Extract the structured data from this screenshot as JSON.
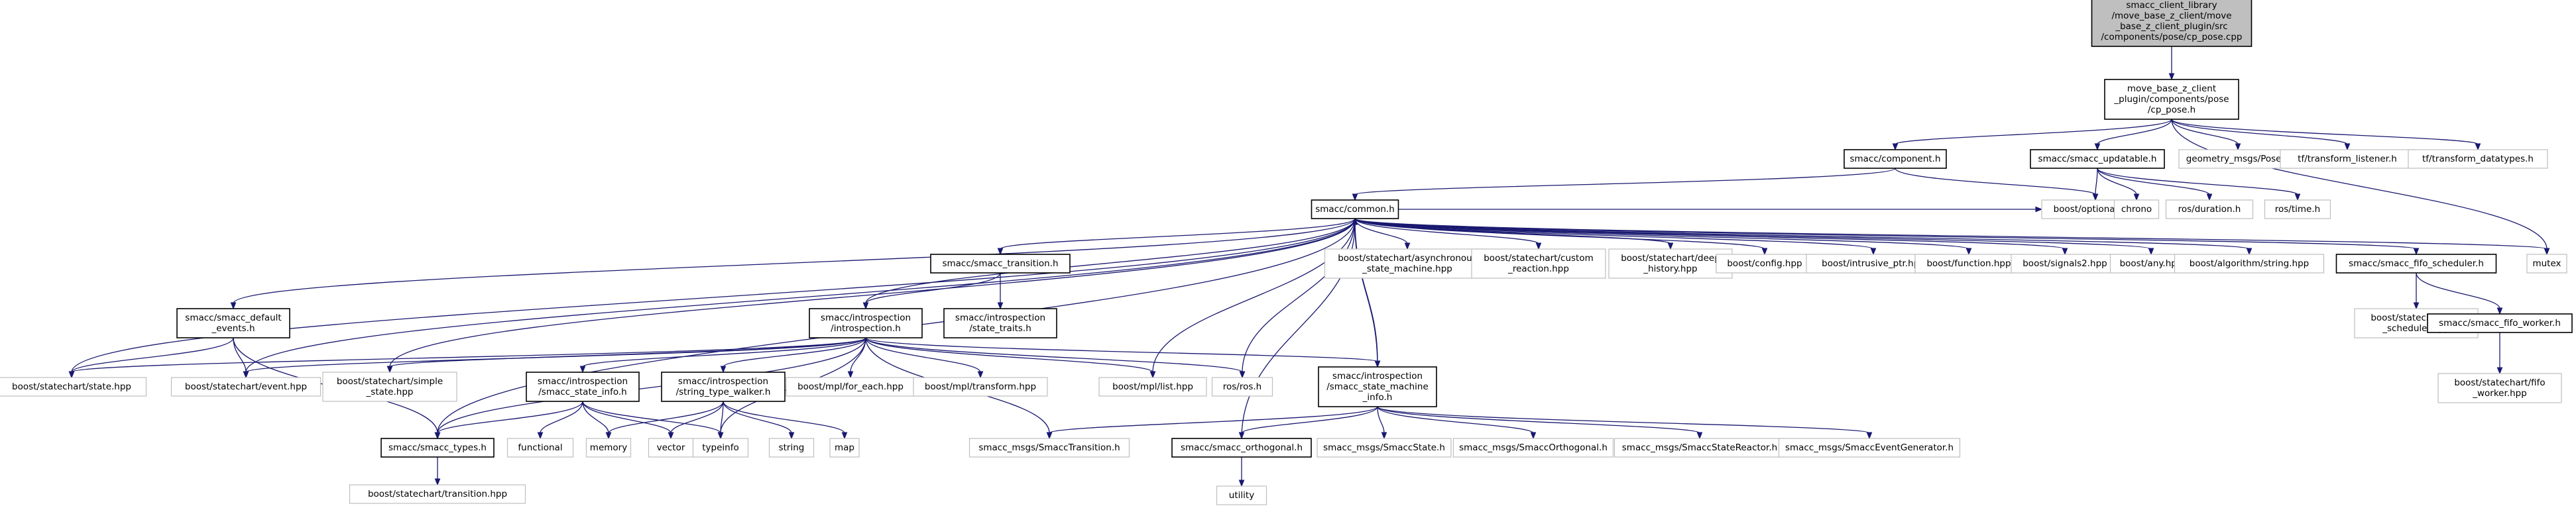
{
  "diagram": {
    "title": "",
    "nodes": [
      {
        "id": "root",
        "lines": [
          "smacc_client_library",
          "/move_base_z_client/move",
          "_base_z_client_plugin/src",
          "/components/pose/cp_pose.cpp"
        ],
        "style": "root"
      },
      {
        "id": "cp_pose_h",
        "lines": [
          "move_base_z_client",
          "_plugin/components/pose",
          "/cp_pose.h"
        ],
        "style": "bordered"
      },
      {
        "id": "component_h",
        "lines": [
          "smacc/component.h"
        ],
        "style": "bordered"
      },
      {
        "id": "updatable_h",
        "lines": [
          "smacc/smacc_updatable.h"
        ],
        "style": "bordered"
      },
      {
        "id": "geometry_pose",
        "lines": [
          "geometry_msgs/Pose.h"
        ],
        "style": "plain"
      },
      {
        "id": "tf_listener",
        "lines": [
          "tf/transform_listener.h"
        ],
        "style": "plain"
      },
      {
        "id": "tf_datatypes",
        "lines": [
          "tf/transform_datatypes.h"
        ],
        "style": "plain"
      },
      {
        "id": "common_h",
        "lines": [
          "smacc/common.h"
        ],
        "style": "bordered"
      },
      {
        "id": "boost_optional",
        "lines": [
          "boost/optional.hpp"
        ],
        "style": "plain"
      },
      {
        "id": "chrono",
        "lines": [
          "chrono"
        ],
        "style": "plain"
      },
      {
        "id": "ros_duration",
        "lines": [
          "ros/duration.h"
        ],
        "style": "plain"
      },
      {
        "id": "ros_time",
        "lines": [
          "ros/time.h"
        ],
        "style": "plain"
      },
      {
        "id": "smacc_transition",
        "lines": [
          "smacc/smacc_transition.h"
        ],
        "style": "bordered"
      },
      {
        "id": "async_sm",
        "lines": [
          "boost/statechart/asynchronous",
          "_state_machine.hpp"
        ],
        "style": "plain"
      },
      {
        "id": "custom_reaction",
        "lines": [
          "boost/statechart/custom",
          "_reaction.hpp"
        ],
        "style": "plain"
      },
      {
        "id": "deep_history",
        "lines": [
          "boost/statechart/deep",
          "_history.hpp"
        ],
        "style": "plain"
      },
      {
        "id": "boost_config",
        "lines": [
          "boost/config.hpp"
        ],
        "style": "plain"
      },
      {
        "id": "intrusive_ptr",
        "lines": [
          "boost/intrusive_ptr.hpp"
        ],
        "style": "plain"
      },
      {
        "id": "boost_function",
        "lines": [
          "boost/function.hpp"
        ],
        "style": "plain"
      },
      {
        "id": "boost_signals2",
        "lines": [
          "boost/signals2.hpp"
        ],
        "style": "plain"
      },
      {
        "id": "boost_any",
        "lines": [
          "boost/any.hpp"
        ],
        "style": "plain"
      },
      {
        "id": "algorithm_string",
        "lines": [
          "boost/algorithm/string.hpp"
        ],
        "style": "plain"
      },
      {
        "id": "fifo_scheduler_h",
        "lines": [
          "smacc/smacc_fifo_scheduler.h"
        ],
        "style": "bordered"
      },
      {
        "id": "mutex",
        "lines": [
          "mutex"
        ],
        "style": "plain"
      },
      {
        "id": "default_events",
        "lines": [
          "smacc/smacc_default",
          "_events.h"
        ],
        "style": "bordered"
      },
      {
        "id": "introspection_h",
        "lines": [
          "smacc/introspection",
          "/introspection.h"
        ],
        "style": "bordered"
      },
      {
        "id": "state_traits",
        "lines": [
          "smacc/introspection",
          "/state_traits.h"
        ],
        "style": "bordered"
      },
      {
        "id": "bs_fifo_scheduler",
        "lines": [
          "boost/statechart/fifo",
          "_scheduler.hpp"
        ],
        "style": "plain"
      },
      {
        "id": "fifo_worker_h",
        "lines": [
          "smacc/smacc_fifo_worker.h"
        ],
        "style": "bordered"
      },
      {
        "id": "bs_fifo_worker",
        "lines": [
          "boost/statechart/fifo",
          "_worker.hpp"
        ],
        "style": "plain"
      },
      {
        "id": "state_hpp",
        "lines": [
          "boost/statechart/state.hpp"
        ],
        "style": "plain"
      },
      {
        "id": "event_hpp",
        "lines": [
          "boost/statechart/event.hpp"
        ],
        "style": "plain"
      },
      {
        "id": "simple_state",
        "lines": [
          "boost/statechart/simple",
          "_state.hpp"
        ],
        "style": "plain"
      },
      {
        "id": "state_info",
        "lines": [
          "smacc/introspection",
          "/smacc_state_info.h"
        ],
        "style": "bordered"
      },
      {
        "id": "string_walker",
        "lines": [
          "smacc/introspection",
          "/string_type_walker.h"
        ],
        "style": "bordered"
      },
      {
        "id": "mpl_for_each",
        "lines": [
          "boost/mpl/for_each.hpp"
        ],
        "style": "plain"
      },
      {
        "id": "mpl_transform",
        "lines": [
          "boost/mpl/transform.hpp"
        ],
        "style": "plain"
      },
      {
        "id": "mpl_list",
        "lines": [
          "boost/mpl/list.hpp"
        ],
        "style": "plain"
      },
      {
        "id": "ros_h",
        "lines": [
          "ros/ros.h"
        ],
        "style": "plain"
      },
      {
        "id": "sm_info",
        "lines": [
          "smacc/introspection",
          "/smacc_state_machine",
          "_info.h"
        ],
        "style": "bordered"
      },
      {
        "id": "smacc_types",
        "lines": [
          "smacc/smacc_types.h"
        ],
        "style": "bordered"
      },
      {
        "id": "functional",
        "lines": [
          "functional"
        ],
        "style": "plain"
      },
      {
        "id": "memory",
        "lines": [
          "memory"
        ],
        "style": "plain"
      },
      {
        "id": "vector",
        "lines": [
          "vector"
        ],
        "style": "plain"
      },
      {
        "id": "typeinfo",
        "lines": [
          "typeinfo"
        ],
        "style": "plain"
      },
      {
        "id": "string",
        "lines": [
          "string"
        ],
        "style": "plain"
      },
      {
        "id": "map",
        "lines": [
          "map"
        ],
        "style": "plain"
      },
      {
        "id": "msg_transition",
        "lines": [
          "smacc_msgs/SmaccTransition.h"
        ],
        "style": "plain"
      },
      {
        "id": "orthogonal_h",
        "lines": [
          "smacc/smacc_orthogonal.h"
        ],
        "style": "bordered"
      },
      {
        "id": "msg_state",
        "lines": [
          "smacc_msgs/SmaccState.h"
        ],
        "style": "plain"
      },
      {
        "id": "msg_orthogonal",
        "lines": [
          "smacc_msgs/SmaccOrthogonal.h"
        ],
        "style": "plain"
      },
      {
        "id": "msg_state_reactor",
        "lines": [
          "smacc_msgs/SmaccStateReactor.h"
        ],
        "style": "plain"
      },
      {
        "id": "msg_event_generator",
        "lines": [
          "smacc_msgs/SmaccEventGenerator.h"
        ],
        "style": "plain"
      },
      {
        "id": "transition_hpp",
        "lines": [
          "boost/statechart/transition.hpp"
        ],
        "style": "plain"
      },
      {
        "id": "utility",
        "lines": [
          "utility"
        ],
        "style": "plain"
      }
    ],
    "edges": [
      [
        "root",
        "cp_pose_h"
      ],
      [
        "cp_pose_h",
        "component_h"
      ],
      [
        "cp_pose_h",
        "updatable_h"
      ],
      [
        "cp_pose_h",
        "geometry_pose"
      ],
      [
        "cp_pose_h",
        "tf_listener"
      ],
      [
        "cp_pose_h",
        "tf_datatypes"
      ],
      [
        "cp_pose_h",
        "mutex"
      ],
      [
        "component_h",
        "common_h"
      ],
      [
        "component_h",
        "boost_optional"
      ],
      [
        "updatable_h",
        "boost_optional"
      ],
      [
        "updatable_h",
        "chrono"
      ],
      [
        "updatable_h",
        "ros_duration"
      ],
      [
        "updatable_h",
        "ros_time"
      ],
      [
        "common_h",
        "smacc_transition"
      ],
      [
        "common_h",
        "async_sm"
      ],
      [
        "common_h",
        "custom_reaction"
      ],
      [
        "common_h",
        "deep_history"
      ],
      [
        "common_h",
        "boost_config"
      ],
      [
        "common_h",
        "intrusive_ptr"
      ],
      [
        "common_h",
        "boost_function"
      ],
      [
        "common_h",
        "boost_signals2"
      ],
      [
        "common_h",
        "boost_any"
      ],
      [
        "common_h",
        "algorithm_string"
      ],
      [
        "common_h",
        "fifo_scheduler_h"
      ],
      [
        "common_h",
        "mutex"
      ],
      [
        "common_h",
        "default_events"
      ],
      [
        "common_h",
        "introspection_h"
      ],
      [
        "common_h",
        "state_hpp"
      ],
      [
        "common_h",
        "event_hpp"
      ],
      [
        "common_h",
        "simple_state"
      ],
      [
        "common_h",
        "smacc_types"
      ],
      [
        "common_h",
        "mpl_list"
      ],
      [
        "common_h",
        "ros_h"
      ],
      [
        "common_h",
        "sm_info"
      ],
      [
        "common_h",
        "boost_optional"
      ],
      [
        "smacc_transition",
        "introspection_h"
      ],
      [
        "smacc_transition",
        "state_traits"
      ],
      [
        "fifo_scheduler_h",
        "bs_fifo_scheduler"
      ],
      [
        "fifo_scheduler_h",
        "fifo_worker_h"
      ],
      [
        "fifo_worker_h",
        "bs_fifo_worker"
      ],
      [
        "default_events",
        "state_hpp"
      ],
      [
        "default_events",
        "event_hpp"
      ],
      [
        "default_events",
        "smacc_types"
      ],
      [
        "introspection_h",
        "state_hpp"
      ],
      [
        "introspection_h",
        "event_hpp"
      ],
      [
        "introspection_h",
        "simple_state"
      ],
      [
        "introspection_h",
        "state_info"
      ],
      [
        "introspection_h",
        "string_walker"
      ],
      [
        "introspection_h",
        "mpl_for_each"
      ],
      [
        "introspection_h",
        "mpl_transform"
      ],
      [
        "introspection_h",
        "mpl_list"
      ],
      [
        "introspection_h",
        "ros_h"
      ],
      [
        "introspection_h",
        "sm_info"
      ],
      [
        "introspection_h",
        "smacc_types"
      ],
      [
        "introspection_h",
        "typeinfo"
      ],
      [
        "introspection_h",
        "msg_transition"
      ],
      [
        "state_info",
        "smacc_types"
      ],
      [
        "state_info",
        "functional"
      ],
      [
        "state_info",
        "memory"
      ],
      [
        "state_info",
        "vector"
      ],
      [
        "state_info",
        "typeinfo"
      ],
      [
        "string_walker",
        "memory"
      ],
      [
        "string_walker",
        "vector"
      ],
      [
        "string_walker",
        "typeinfo"
      ],
      [
        "string_walker",
        "string"
      ],
      [
        "string_walker",
        "map"
      ],
      [
        "sm_info",
        "common_h"
      ],
      [
        "sm_info",
        "orthogonal_h"
      ],
      [
        "sm_info",
        "msg_transition"
      ],
      [
        "sm_info",
        "msg_state"
      ],
      [
        "sm_info",
        "msg_orthogonal"
      ],
      [
        "sm_info",
        "msg_state_reactor"
      ],
      [
        "sm_info",
        "msg_event_generator"
      ],
      [
        "orthogonal_h",
        "common_h"
      ],
      [
        "orthogonal_h",
        "utility"
      ],
      [
        "smacc_types",
        "transition_hpp"
      ]
    ]
  }
}
